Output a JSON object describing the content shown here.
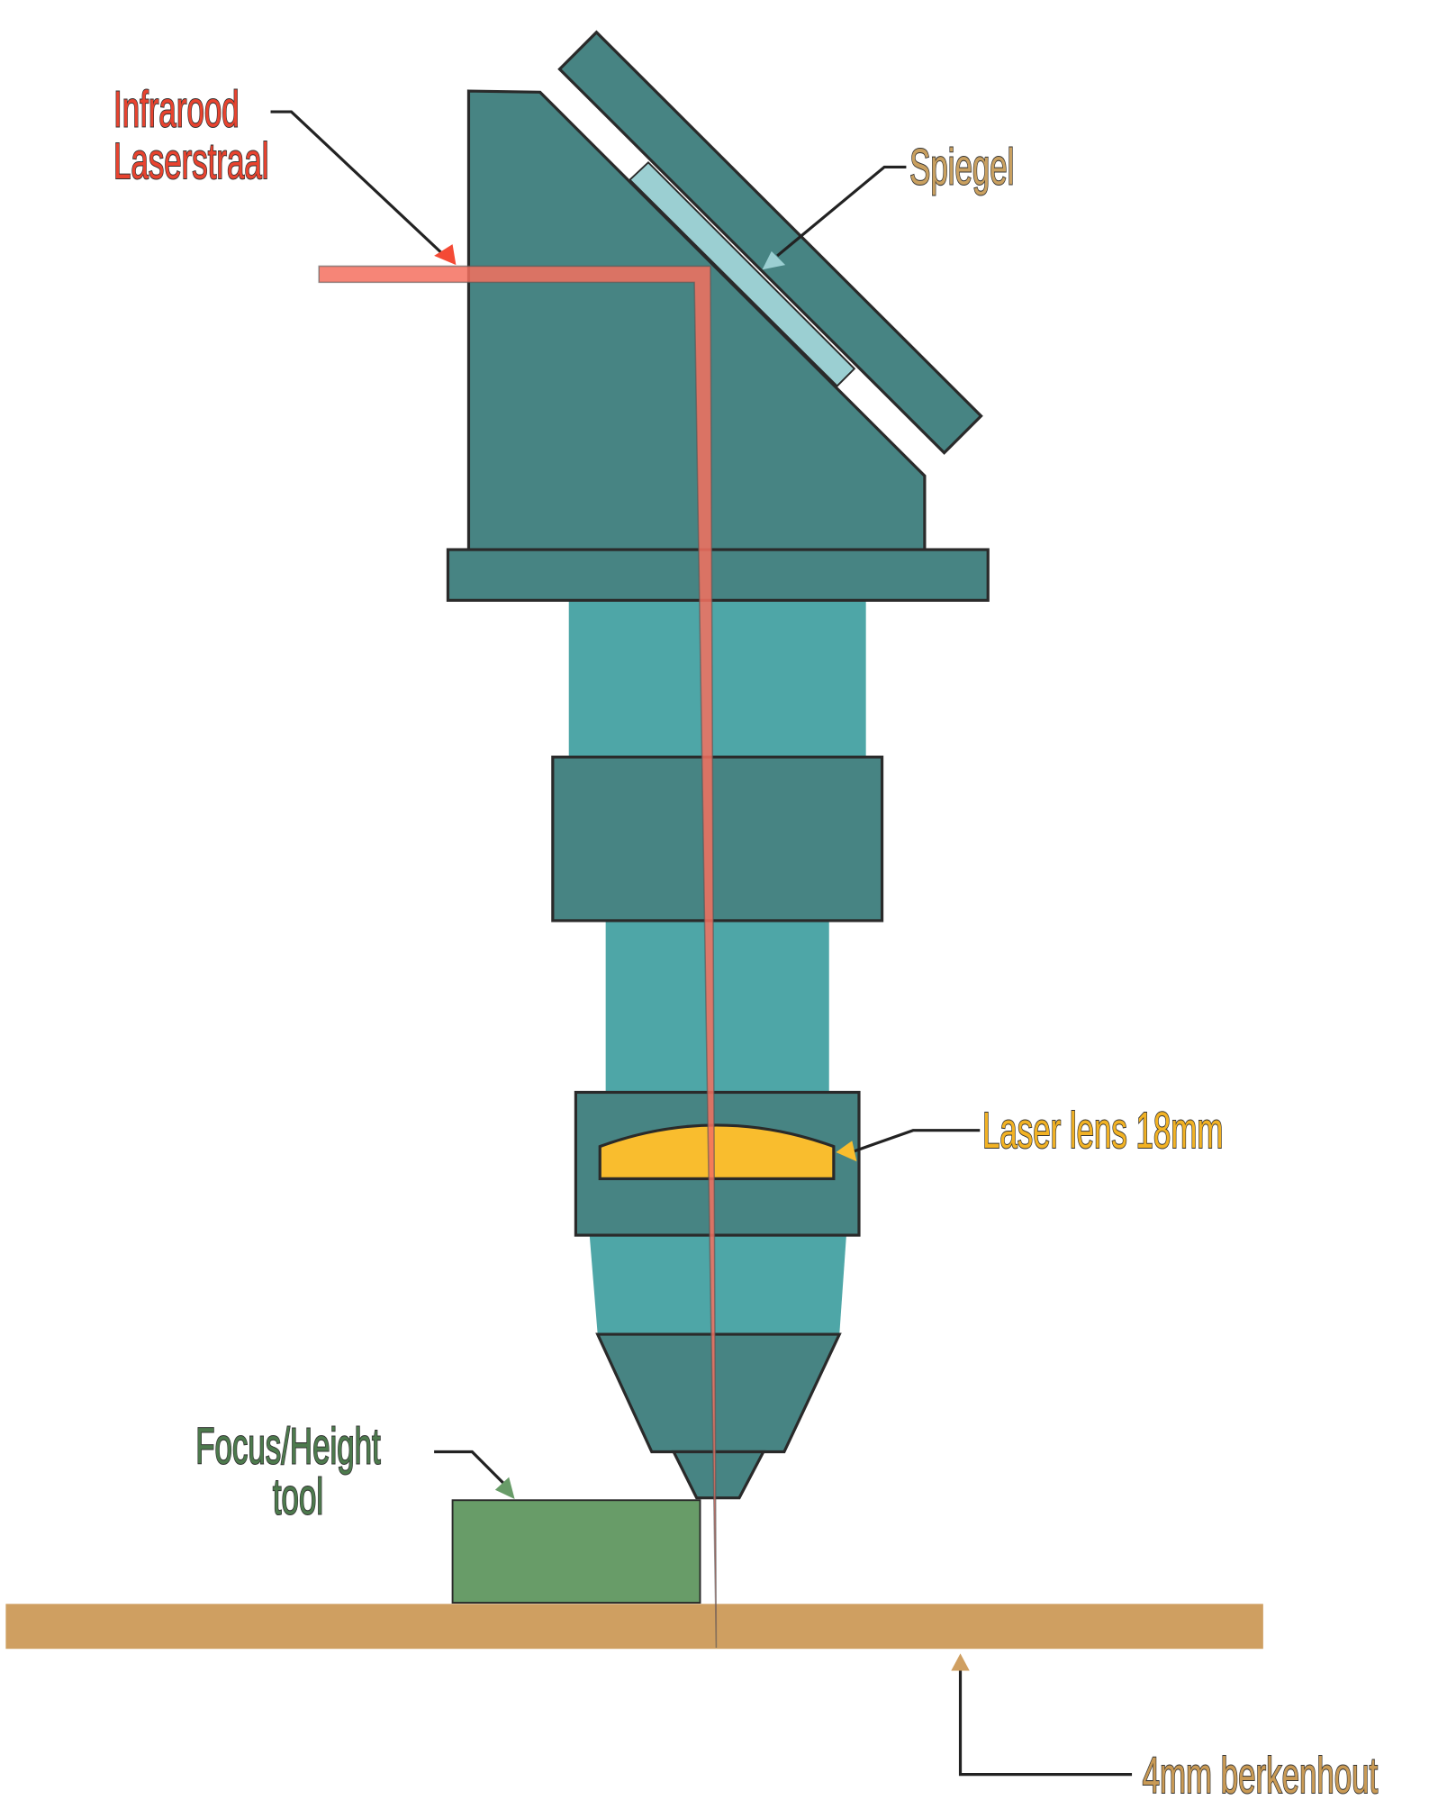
{
  "labels": {
    "laser_line1": "Infrarood",
    "laser_line2": "Laserstraal",
    "mirror": "Spiegel",
    "lens": "Laser lens 18mm",
    "tool_line1": "Focus/Height",
    "tool_line2": "tool",
    "wood": "4mm berkenhout"
  },
  "colors": {
    "head": "#478483",
    "tube": "#4ea6a7",
    "mirror_glass": "#9bcfd2",
    "beam": "#f4705f",
    "lens": "#f9bd2e",
    "tool": "#689c68",
    "wood": "#cf9f61",
    "laser_text": "#e8432f",
    "mirror_text": "#c9a060",
    "lens_text": "#f2b224",
    "tool_text": "#4d7a4d",
    "wood_text": "#c99a55"
  }
}
